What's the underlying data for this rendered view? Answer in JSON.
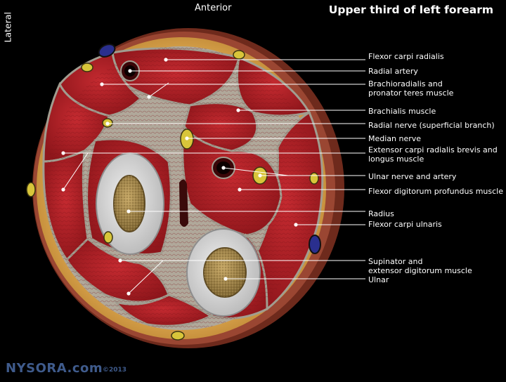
{
  "title": "Upper third of left forearm",
  "orientation": {
    "top": "Anterior",
    "side": "Lateral"
  },
  "branding": {
    "name": "NYSORA.com",
    "copyright": "©2013"
  },
  "labels": [
    {
      "id": "flexor-carpi-radialis",
      "lines": [
        "Flexor carpi radialis"
      ]
    },
    {
      "id": "radial-artery",
      "lines": [
        "Radial artery"
      ]
    },
    {
      "id": "brachioradialis-pronator",
      "lines": [
        "Brachioradialis and",
        "pronator teres muscle"
      ]
    },
    {
      "id": "brachialis",
      "lines": [
        "Brachialis muscle"
      ]
    },
    {
      "id": "radial-nerve",
      "lines": [
        "Radial nerve (superficial branch)"
      ]
    },
    {
      "id": "median-nerve",
      "lines": [
        "Median nerve"
      ]
    },
    {
      "id": "extensor-carpi-radialis",
      "lines": [
        "Extensor carpi radialis brevis and",
        "longus muscle"
      ]
    },
    {
      "id": "ulnar-nerve-artery",
      "lines": [
        "Ulnar nerve and artery"
      ]
    },
    {
      "id": "flexor-digitorum-profundus",
      "lines": [
        "Flexor digitorum profundus muscle"
      ]
    },
    {
      "id": "radius",
      "lines": [
        "Radius"
      ]
    },
    {
      "id": "flexor-carpi-ulnaris",
      "lines": [
        "Flexor carpi ulnaris"
      ]
    },
    {
      "id": "supinator-extensor",
      "lines": [
        "Supinator and",
        "extensor digitorum muscle"
      ]
    },
    {
      "id": "ulnar",
      "lines": [
        "Ulnar"
      ]
    }
  ],
  "colors": {
    "background": "#000000",
    "muscle": "#b5222a",
    "fat": "#c8953f",
    "skin": "#8e3b2a",
    "bone_cortex": "#d3d3d3",
    "marrow": "#a88a4a",
    "vein": "#2a2f8e",
    "nerve": "#d8c53a",
    "brand": "#3f5b8c"
  }
}
